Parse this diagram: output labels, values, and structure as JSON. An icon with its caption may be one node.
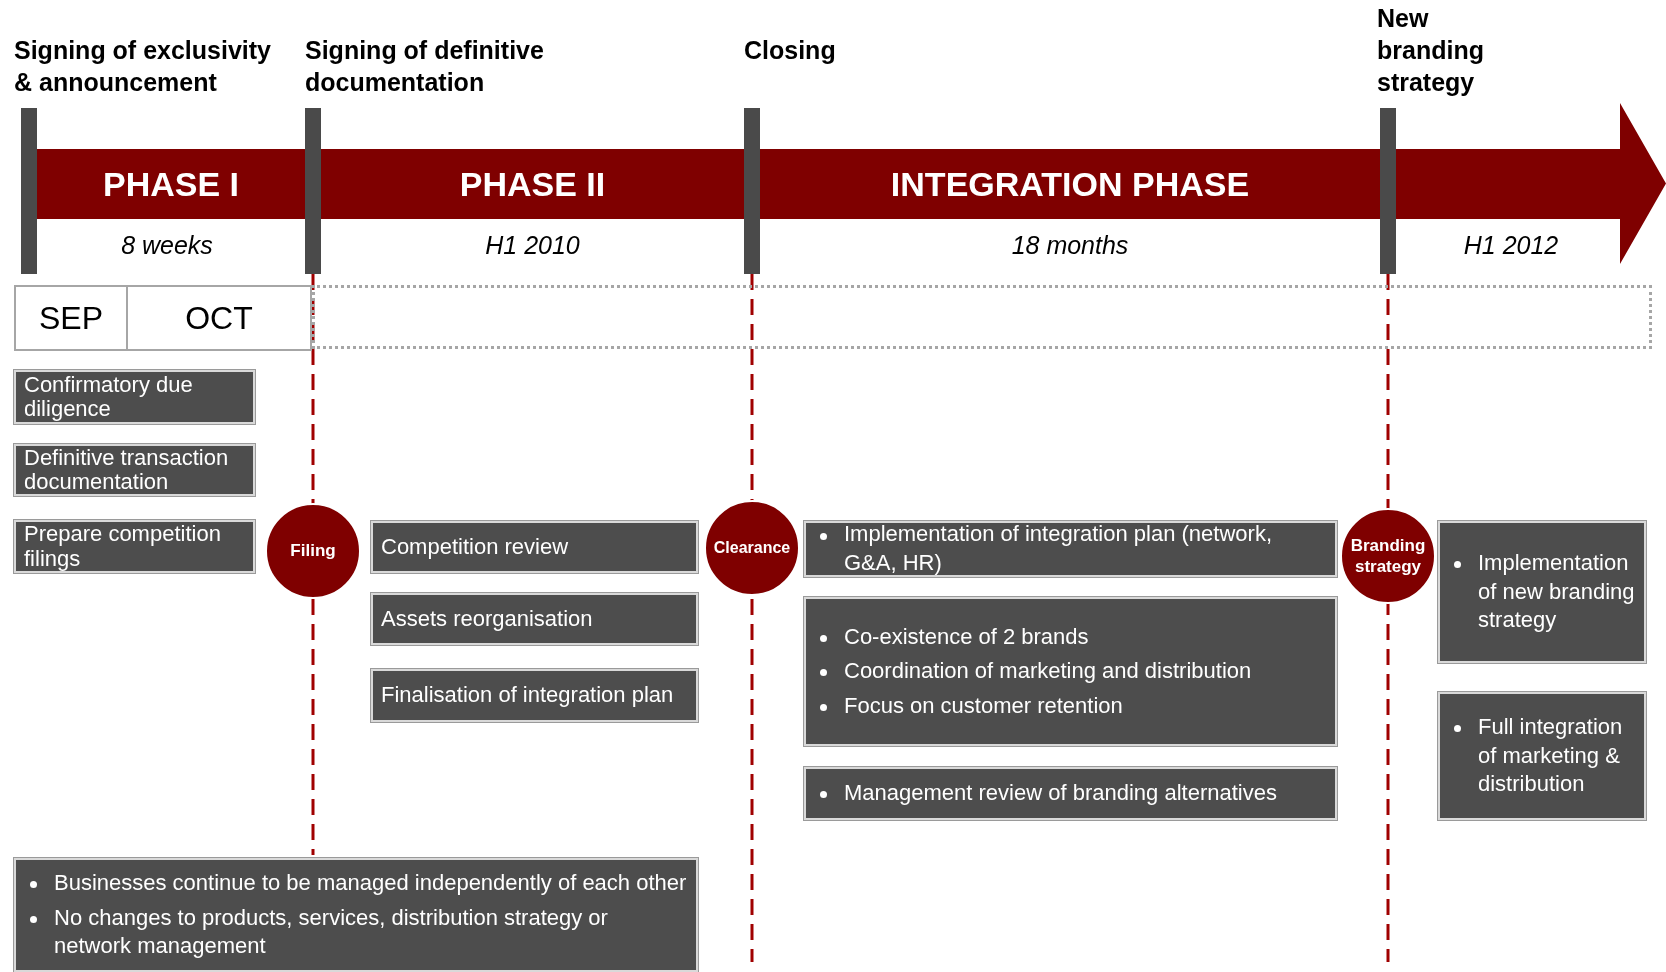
{
  "diagram": {
    "nodes": [
      {
        "text": [
          "PHASE I"
        ]
      },
      {
        "text": [
          "PHASE II"
        ]
      },
      {
        "text": [
          "INTEGRATION PHASE"
        ]
      },
      {
        "text": [],
        "shape": "arrow"
      },
      {
        "text": [
          "SEP"
        ]
      },
      {
        "text": [
          "OCT"
        ]
      },
      {
        "text": [],
        "shape": "box"
      },
      {
        "text": [
          "Confirmatory due diligence"
        ]
      },
      {
        "text": [
          "Definitive transaction documentation"
        ]
      },
      {
        "text": [
          "Prepare competition filings"
        ]
      },
      {
        "text": [
          "Filing"
        ]
      },
      {
        "text": [
          "Competition review"
        ]
      },
      {
        "text": [
          "Assets reorganisation"
        ]
      },
      {
        "text": [
          "Finalisation of integration plan"
        ]
      },
      {
        "text": [
          "Clearance"
        ]
      },
      {
        "text": [
          "Implementation of integration plan (network, G&A, HR)"
        ]
      },
      {
        "text": [
          "Co-existence of 2 brands",
          "Coordination of marketing and distribution",
          "Focus on customer retention"
        ]
      },
      {
        "text": [
          "Management review of branding alternatives"
        ]
      },
      {
        "text": [
          "Branding strategy"
        ]
      },
      {
        "text": [
          "Implementation of new branding strategy"
        ]
      },
      {
        "text": [
          "Full integration of marketing & distribution"
        ]
      },
      {
        "text": [
          "Businesses continue to be managed independently of each other",
          "No changes to products, services, distribution strategy or network management"
        ]
      },
      {
        "text": [],
        "shape": "bar"
      },
      {
        "text": [],
        "shape": "bar"
      },
      {
        "text": [],
        "shape": "bar"
      },
      {
        "text": [],
        "shape": "bar"
      }
    ],
    "labels": [
      "Signing of exclusivity & announcement",
      "Signing of definitive documentation",
      "Closing",
      "New branding strategy",
      "8 weeks",
      "H1 2010",
      "18 months",
      "H1 2012"
    ]
  }
}
